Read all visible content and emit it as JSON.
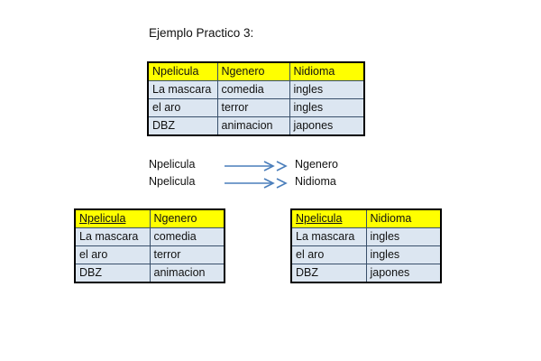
{
  "document": {
    "title": "Ejemplo Practico 3:"
  },
  "colors": {
    "header_fill": "#ffff00",
    "cell_fill": "#dce6f1",
    "table_border": "#000000",
    "cell_border": "#39506b",
    "arrow": "#4a7ebb",
    "text": "#111111"
  },
  "main_table": {
    "name": "universal-relation-table",
    "headers": [
      "Npelicula",
      "Ngenero",
      "Nidioma"
    ],
    "rows": [
      [
        "La mascara",
        "comedia",
        "ingles"
      ],
      [
        "el aro",
        "terror",
        "ingles"
      ],
      [
        "DBZ",
        "animacion",
        "japones"
      ]
    ]
  },
  "dependencies": {
    "name": "functional-dependencies",
    "items": [
      {
        "determinant": "Npelicula",
        "dependent": "Ngenero",
        "arrow_icon": "double-arrow-right-icon"
      },
      {
        "determinant": "Npelicula",
        "dependent": "Nidioma",
        "arrow_icon": "double-arrow-right-icon"
      }
    ]
  },
  "decomposed_tables": [
    {
      "name": "pelicula-genero-table",
      "headers": [
        "Npelicula",
        "Ngenero"
      ],
      "primary_key": "Npelicula",
      "rows": [
        [
          "La mascara",
          "comedia"
        ],
        [
          "el aro",
          "terror"
        ],
        [
          "DBZ",
          "animacion"
        ]
      ]
    },
    {
      "name": "pelicula-idioma-table",
      "headers": [
        "Npelicula",
        "Nidioma"
      ],
      "primary_key": "Npelicula",
      "rows": [
        [
          "La mascara",
          "ingles"
        ],
        [
          "el aro",
          "ingles"
        ],
        [
          "DBZ",
          "japones"
        ]
      ]
    }
  ]
}
